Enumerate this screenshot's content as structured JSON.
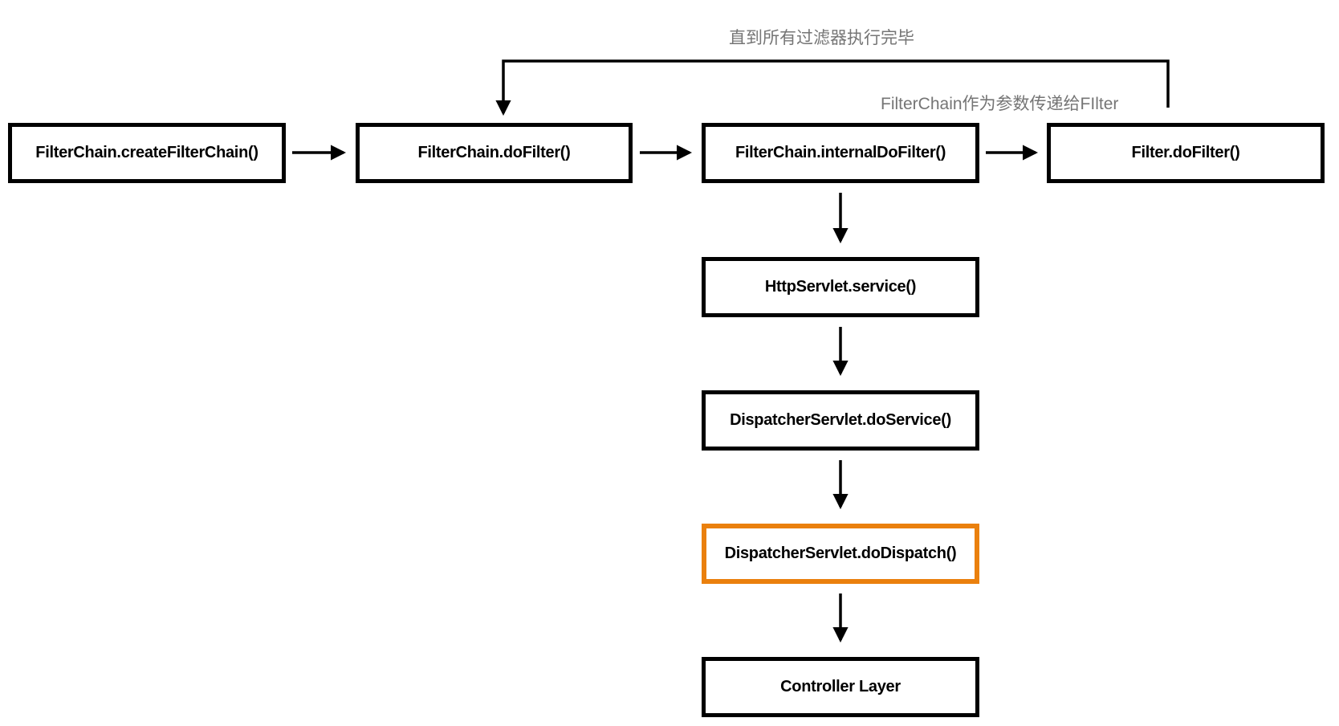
{
  "diagram": {
    "title": "Servlet filter chain to controller call flow",
    "background": "#ffffff",
    "colors": {
      "node_border": "#000000",
      "node_text": "#000000",
      "highlight_border": "#ea800d",
      "annotation_text": "#757575",
      "arrow": "#000000"
    },
    "nodes": [
      {
        "id": "createFilterChain",
        "label": "FilterChain.createFilterChain()"
      },
      {
        "id": "doFilter",
        "label": "FilterChain.doFilter()"
      },
      {
        "id": "internalDoFilter",
        "label": "FilterChain.internalDoFilter()"
      },
      {
        "id": "filterDoFilter",
        "label": "Filter.doFilter()"
      },
      {
        "id": "httpServletService",
        "label": "HttpServlet.service()"
      },
      {
        "id": "dispatcherServletDoService",
        "label": "DispatcherServlet.doService()"
      },
      {
        "id": "dispatcherServletDoDispatch",
        "label": "DispatcherServlet.doDispatch()",
        "highlighted": true
      },
      {
        "id": "controllerLayer",
        "label": "Controller Layer"
      }
    ],
    "annotations": {
      "loop_label": "直到所有过滤器执行完毕",
      "param_label": "FilterChain作为参数传递给FIlter"
    },
    "edges": [
      {
        "from": "createFilterChain",
        "to": "doFilter"
      },
      {
        "from": "doFilter",
        "to": "internalDoFilter"
      },
      {
        "from": "internalDoFilter",
        "to": "filterDoFilter"
      },
      {
        "from": "filterDoFilter",
        "to": "doFilter",
        "type": "loop-back"
      },
      {
        "from": "internalDoFilter",
        "to": "httpServletService"
      },
      {
        "from": "httpServletService",
        "to": "dispatcherServletDoService"
      },
      {
        "from": "dispatcherServletDoService",
        "to": "dispatcherServletDoDispatch"
      },
      {
        "from": "dispatcherServletDoDispatch",
        "to": "controllerLayer"
      }
    ]
  }
}
